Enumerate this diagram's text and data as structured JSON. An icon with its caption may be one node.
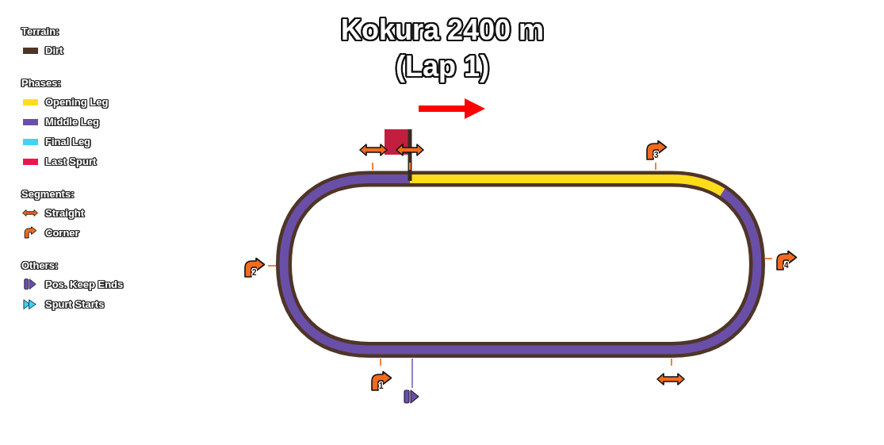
{
  "diagram": {
    "title": "Kokura 2400 m (Lap 1)",
    "labels": [
      "Terrain:",
      "Phases:",
      "Segments:",
      "Others:",
      "3",
      "2",
      "4",
      "1"
    ],
    "legend": [
      {
        "text": "Dirt",
        "color": "#4f3527"
      },
      {
        "text": "Opening Leg",
        "color": "#ffdd1a"
      },
      {
        "text": "Middle Leg",
        "color": "#6a4fa8"
      },
      {
        "text": "Final Leg",
        "color": "#3dd5f3"
      },
      {
        "text": "Last Spurt",
        "color": "#e8174f"
      },
      {
        "text": "Straight"
      },
      {
        "text": "Corner"
      },
      {
        "text": "Pos. Keep Ends"
      },
      {
        "text": "Spurt Starts"
      }
    ]
  }
}
